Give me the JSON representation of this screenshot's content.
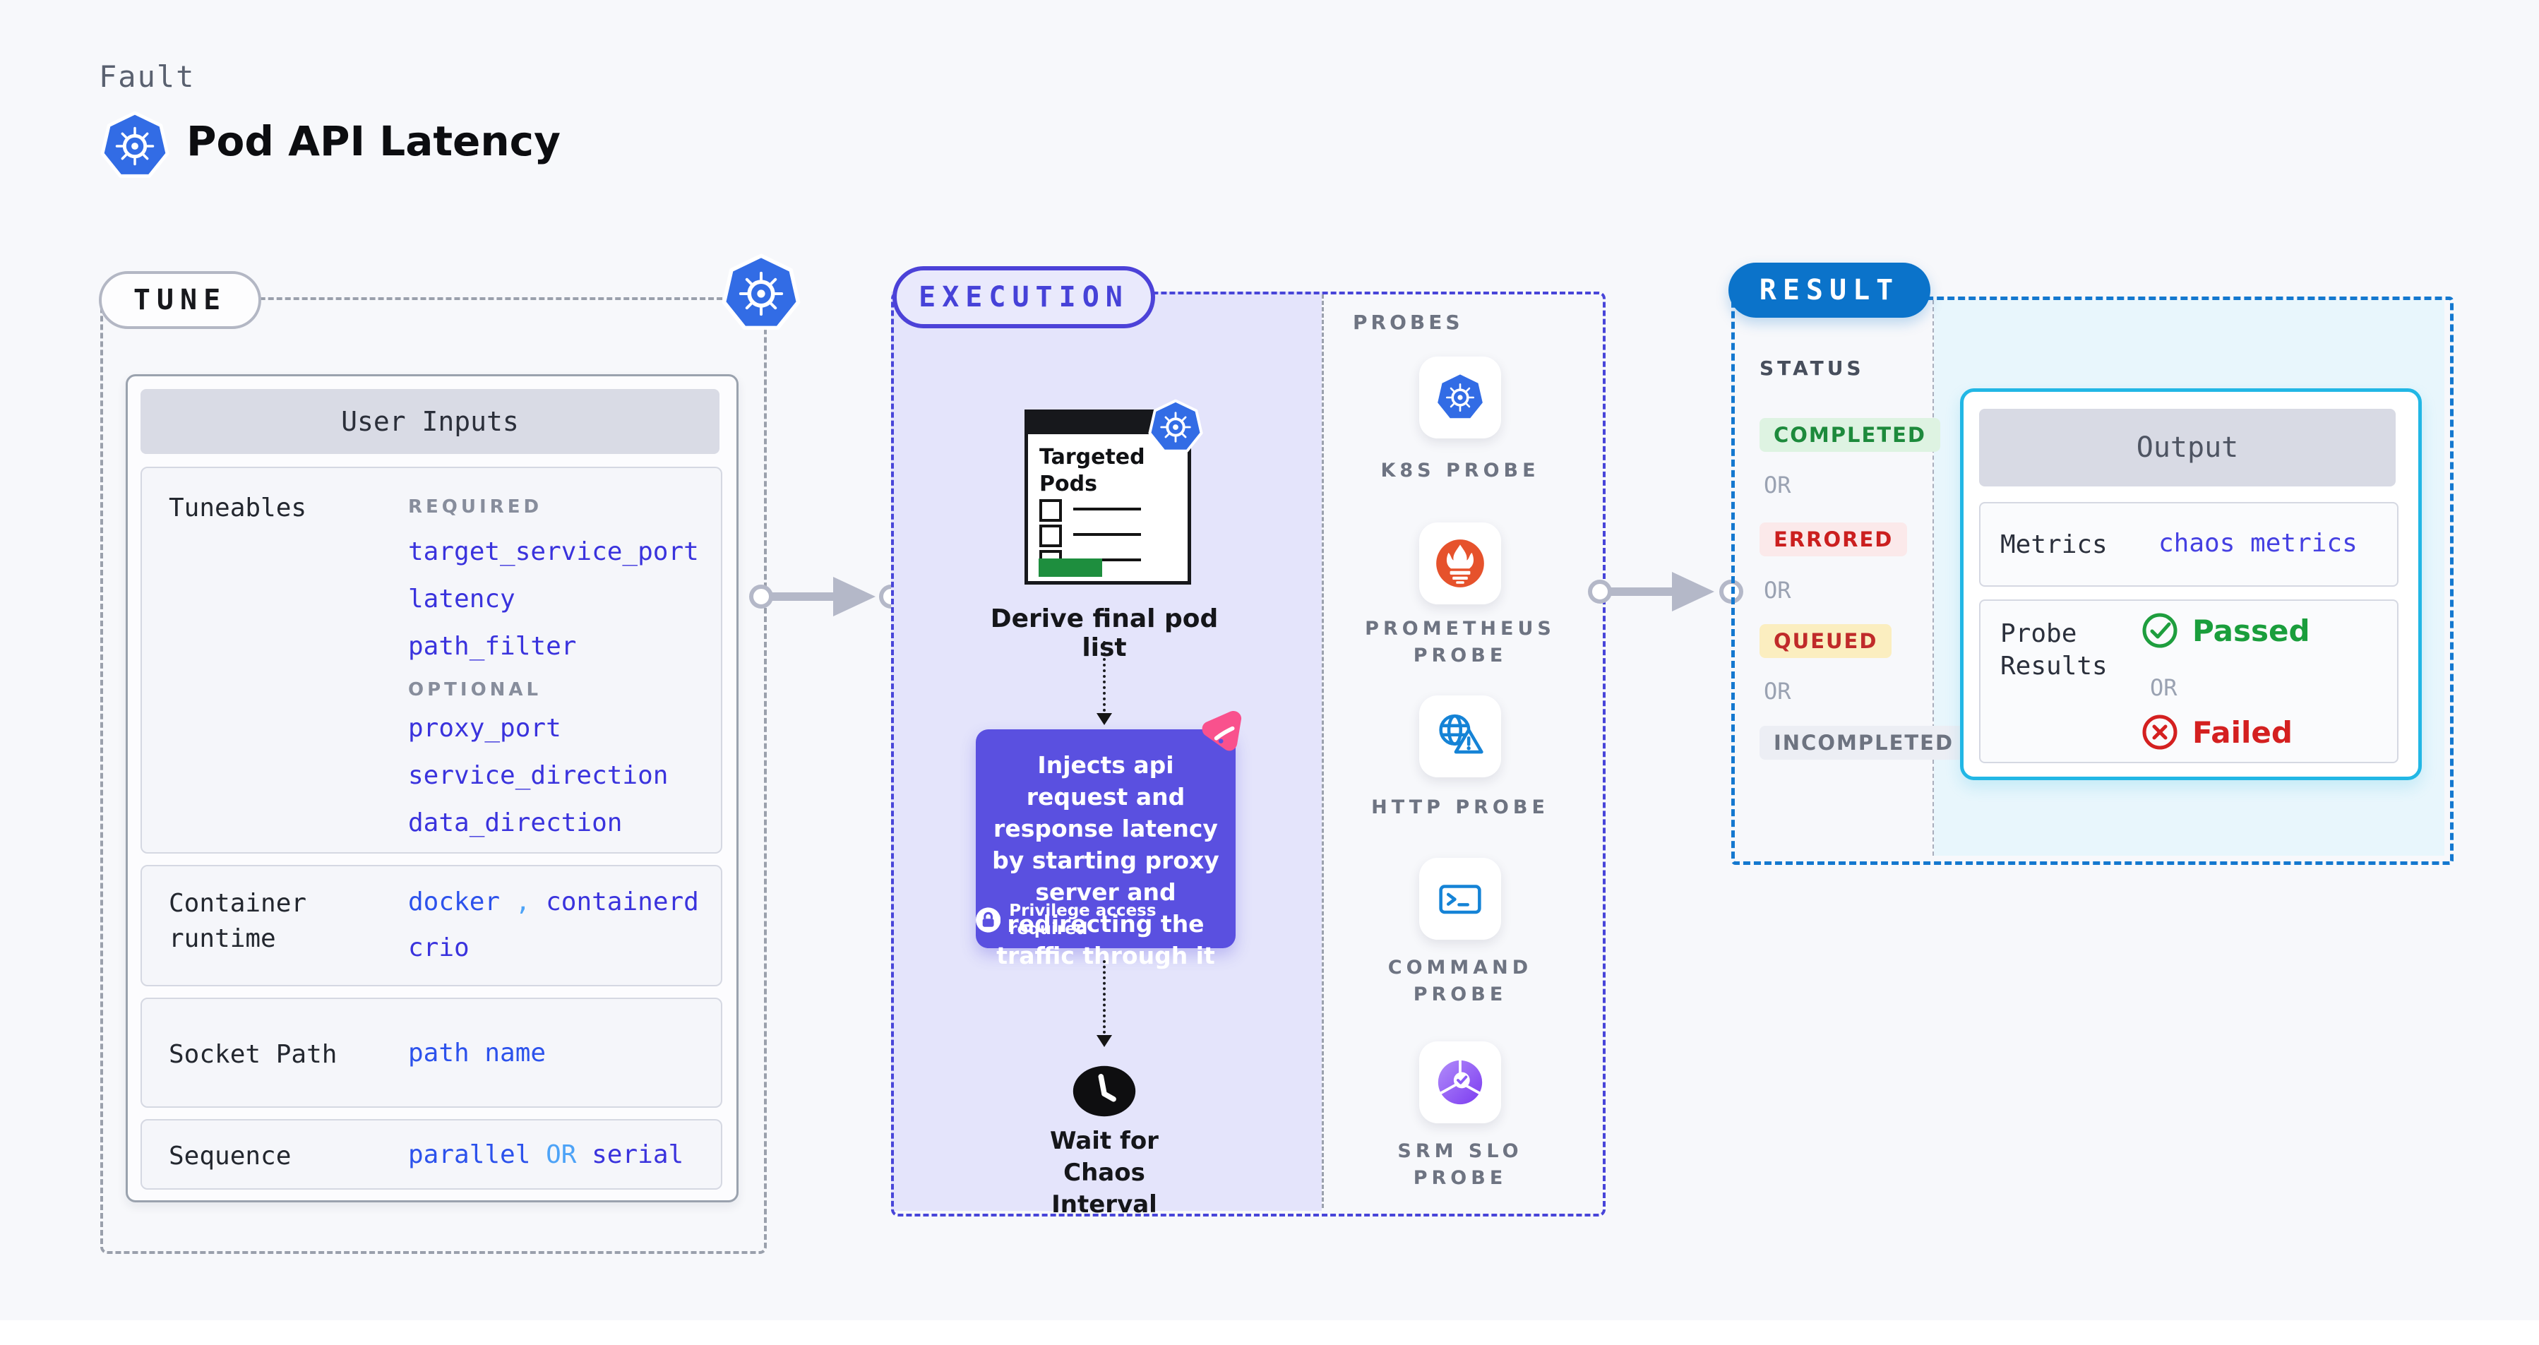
{
  "header": {
    "eyebrow": "Fault",
    "title": "Pod API Latency"
  },
  "tune": {
    "badge": "TUNE",
    "table_title": "User Inputs",
    "rows": {
      "tuneables": {
        "label": "Tuneables",
        "required_label": "REQUIRED",
        "required_values": [
          "target_service_port",
          "latency",
          "path_filter"
        ],
        "optional_label": "OPTIONAL",
        "optional_values": [
          "proxy_port",
          "service_direction",
          "data_direction"
        ]
      },
      "runtime": {
        "label": "Container runtime",
        "value1": "docker",
        "separator": ",",
        "value2": "containerd",
        "value3": "crio"
      },
      "socket": {
        "label": "Socket Path",
        "value": "path name"
      },
      "sequence": {
        "label": "Sequence",
        "value1": "parallel",
        "or": "OR",
        "value2": "serial"
      }
    }
  },
  "execution": {
    "badge": "EXECUTION",
    "targeted_pods_title": "Targeted Pods",
    "derive_label": "Derive final pod list",
    "inject_text": "Injects api request and response latency by starting proxy server and redirecting the traffic through it",
    "privilege_text": "Privilege access required",
    "wait_label": "Wait for Chaos Interval"
  },
  "probes": {
    "label": "PROBES",
    "items": [
      {
        "icon": "kubernetes-icon",
        "line1": "K8S PROBE"
      },
      {
        "icon": "prometheus-icon",
        "line1": "PROMETHEUS",
        "line2": "PROBE"
      },
      {
        "icon": "http-probe-icon",
        "line1": "HTTP PROBE"
      },
      {
        "icon": "command-probe-icon",
        "line1": "COMMAND",
        "line2": "PROBE"
      },
      {
        "icon": "srm-slo-probe-icon",
        "line1": "SRM SLO",
        "line2": "PROBE"
      }
    ]
  },
  "result": {
    "badge": "RESULT",
    "status_label": "STATUS",
    "statuses": [
      {
        "text": "COMPLETED",
        "type": "completed"
      },
      {
        "text": "OR",
        "type": "or"
      },
      {
        "text": "ERRORED",
        "type": "errored"
      },
      {
        "text": "OR",
        "type": "or"
      },
      {
        "text": "QUEUED",
        "type": "queued"
      },
      {
        "text": "OR",
        "type": "or"
      },
      {
        "text": "INCOMPLETED",
        "type": "incompleted"
      }
    ],
    "output": {
      "title": "Output",
      "metrics_label": "Metrics",
      "metrics_value": "chaos metrics",
      "probe_results_label": "Probe Results",
      "passed": "Passed",
      "or": "OR",
      "failed": "Failed"
    }
  },
  "colors": {
    "accent_indigo": "#4845d9",
    "execution_purple": "#5a50e0",
    "result_blue": "#0b73ca",
    "output_border_cyan": "#22b7e5",
    "value_blue": "#3a33dd",
    "link_light_blue": "#4da3f7",
    "passed_green": "#1e9e3e",
    "failed_red": "#d42020",
    "kubernetes_blue": "#326ce5",
    "prometheus_orange": "#e6522c",
    "litmus_pink": "#f9518d",
    "lavender_bg": "#e4e4fb",
    "cyan_bg": "#e8f6fc"
  }
}
